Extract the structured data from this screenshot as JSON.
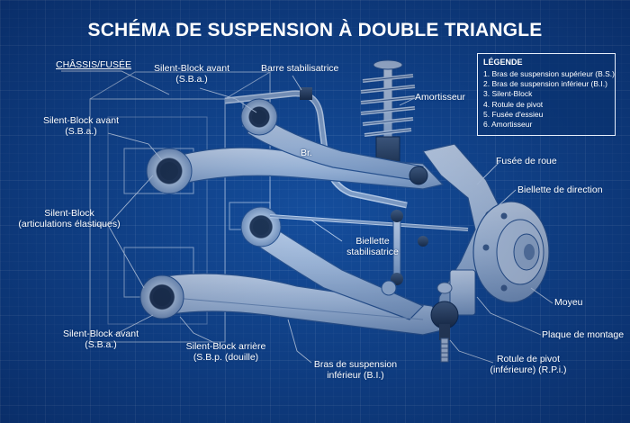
{
  "title": "SCHÉMA DE SUSPENSION À DOUBLE TRIANGLE",
  "labels": {
    "chassis": "CHÂSSIS/FUSÉE",
    "sb_avant_top_1": "Silent-Block avant",
    "sb_avant_top_2": "(S.B.a.)",
    "barre_stab": "Barre stabilisatrice",
    "amortisseur": "Amortisseur",
    "sb_avant_left_1": "Silent-Block avant",
    "sb_avant_left_2": "(S.B.a.)",
    "br": "Br.",
    "fusee_roue": "Fusée de roue",
    "biellette_dir": "Biellette de direction",
    "sb_artic_1": "Silent-Block",
    "sb_artic_2": "(articulations élastiques)",
    "biellette_stab_1": "Biellette",
    "biellette_stab_2": "stabilisatrice",
    "moyeu": "Moyeu",
    "plaque": "Plaque de montage",
    "sb_avant_bot_1": "Silent-Block avant",
    "sb_avant_bot_2": "(S.B.a.)",
    "sb_arriere_1": "Silent-Block arrière",
    "sb_arriere_2": "(S.B.p. (douille)",
    "bras_inf_1": "Bras de suspension",
    "bras_inf_2": "inférieur (B.I.)",
    "rotule_1": "Rotule de pivot",
    "rotule_2": "(inférieure) (R.P.i.)"
  },
  "legend": {
    "heading": "LÉGENDE",
    "items": [
      "1. Bras de suspension supérieur (B.S.)",
      "2. Bras de suspension inférieur (B.I.)",
      "3. Silent-Block",
      "4. Rotule de pivot",
      "5. Fusée d'essieu",
      "6. Amortisseur"
    ]
  },
  "colors": {
    "background": "#0e438e",
    "part_fill": "#c9d6e6",
    "part_stroke": "#2a4f86",
    "line": "#e8f0fb"
  }
}
